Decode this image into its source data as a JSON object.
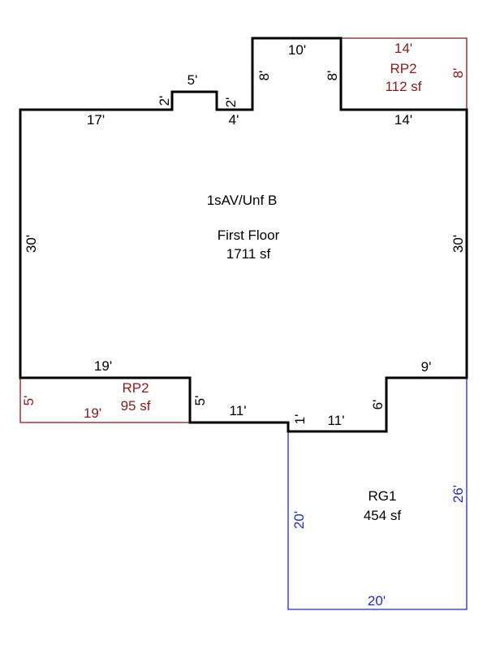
{
  "colors": {
    "main_outline": "#000000",
    "porch": "#8b1a1a",
    "garage": "#1f2ccc",
    "text": "#000000"
  },
  "main_area": {
    "code": "1sAV/Unf B",
    "name": "First Floor",
    "area": "1711 sf",
    "dims": {
      "left": "30'",
      "right": "30'",
      "top_left": "17'",
      "notch_left_h": "2'",
      "notch_top": "5'",
      "notch_right_h": "2'",
      "step_4": "4'",
      "bump_left_h": "8'",
      "bump_top": "10'",
      "bump_right_h": "8'",
      "top_right": "14'",
      "bottom_left": "19'",
      "step_5": "5'",
      "bottom_11a": "11'",
      "step_1": "1'",
      "bottom_11b": "11'",
      "step_6": "6'",
      "bottom_right": "9'"
    }
  },
  "porch_top": {
    "code": "RP2",
    "area": "112 sf",
    "dim_top": "14'",
    "dim_right": "8'"
  },
  "porch_bottom": {
    "code": "RP2",
    "area": "95 sf",
    "dim_left": "5'",
    "dim_bottom": "19'"
  },
  "garage": {
    "code": "RG1",
    "area": "454 sf",
    "dim_left": "20'",
    "dim_right": "26'",
    "dim_bottom": "20'"
  }
}
